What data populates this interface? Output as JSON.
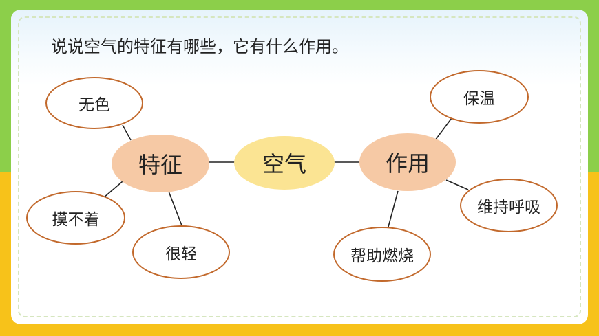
{
  "question": "说说空气的特征有哪些，它有什么作用。",
  "center": "空气",
  "left_hub": "特征",
  "right_hub": "作用",
  "features": [
    "无色",
    "摸不着",
    "很轻"
  ],
  "uses": [
    "保温",
    "维持呼吸",
    "帮助燃烧"
  ],
  "colors": {
    "hub_orange": "#f6c9a5",
    "hub_yellow": "#fbe493",
    "leaf_border": "#c2692c",
    "band_green": "#8ccf4a",
    "band_yellow": "#f7c21a"
  }
}
